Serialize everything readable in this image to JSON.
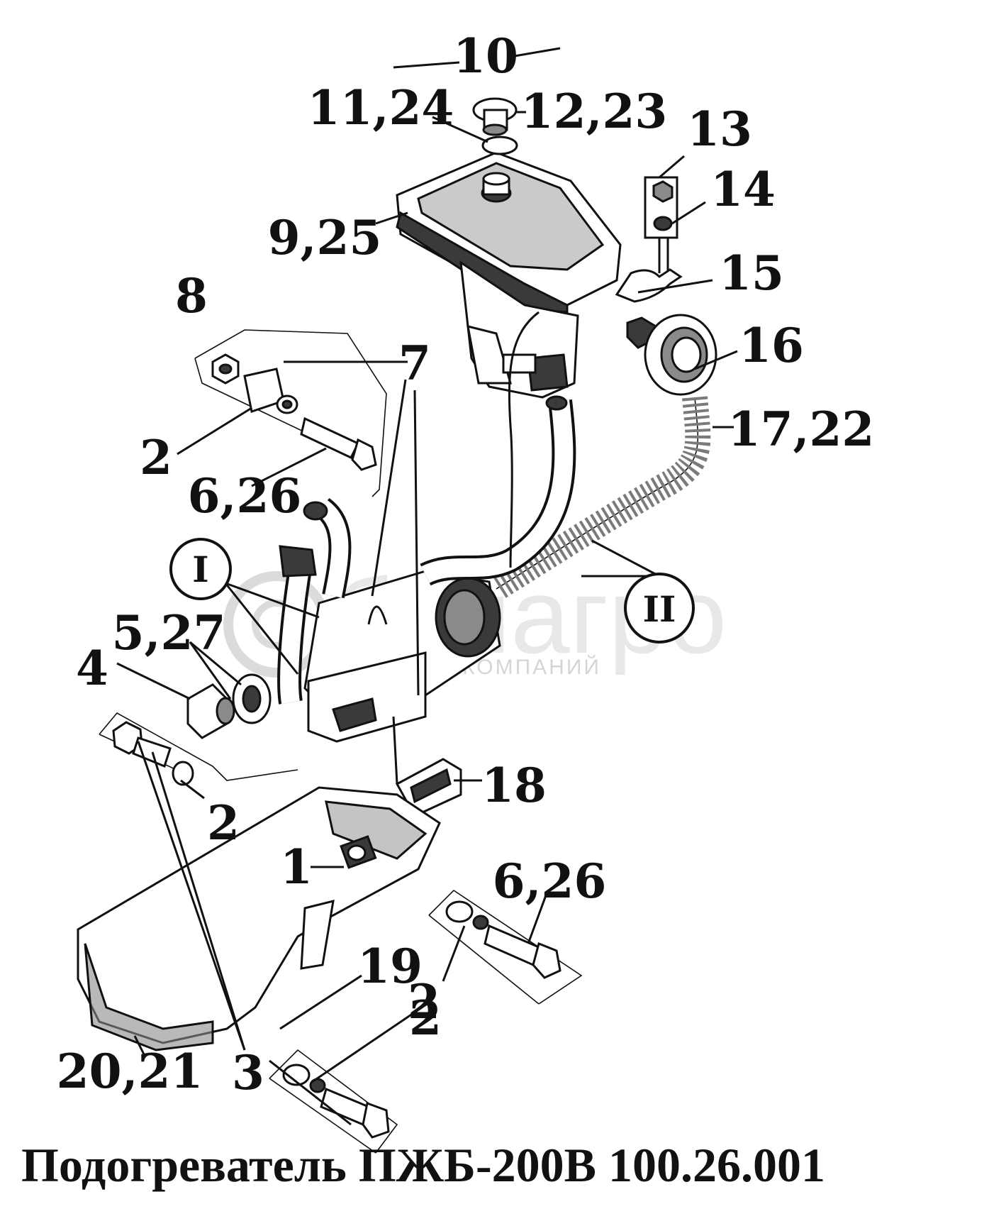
{
  "callouts": {
    "n10": "10",
    "n11_24": "11,24",
    "n12_23": "12,23",
    "n13": "13",
    "n14": "14",
    "n9_25": "9,25",
    "n15": "15",
    "n8": "8",
    "n16": "16",
    "n7": "7",
    "n17_22": "17,22",
    "n2_top": "2",
    "n6_26_top": "6,26",
    "nI": "I",
    "nII": "II",
    "n5_27": "5,27",
    "n4": "4",
    "n18": "18",
    "n2_mid": "2",
    "n1": "1",
    "n6_26_bottom": "6,26",
    "n19": "19",
    "n2_low": "2",
    "n2_bottom": "2",
    "n20_21": "20,21",
    "n3": "3"
  },
  "watermark": {
    "brand": "белагро",
    "subtitle": "ГРУППА КОМПАНИЙ"
  },
  "caption": "Подогреватель ПЖБ-200В 100.26.001"
}
